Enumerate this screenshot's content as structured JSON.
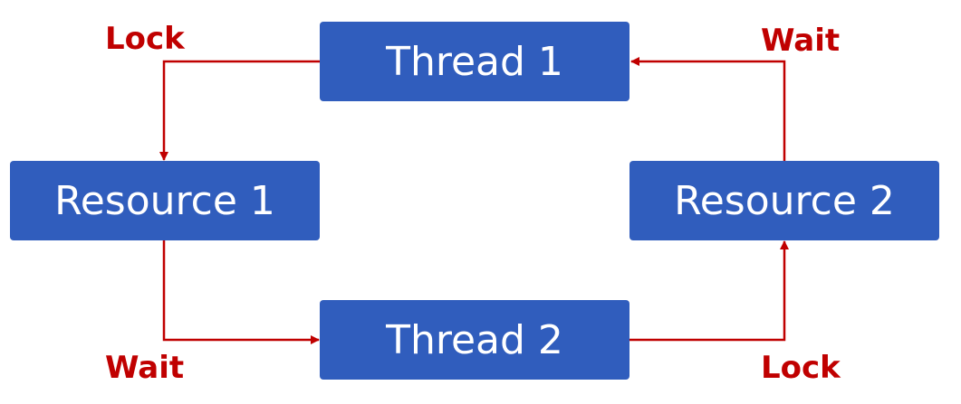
{
  "nodes": {
    "thread1": "Thread 1",
    "thread2": "Thread 2",
    "resource1": "Resource 1",
    "resource2": "Resource 2"
  },
  "edges": {
    "thread1_to_resource1": "Lock",
    "resource2_to_thread1": "Wait",
    "resource1_to_thread2": "Wait",
    "thread2_to_resource2": "Lock"
  },
  "colors": {
    "node_fill": "#305DBD",
    "node_text": "#FFFFFF",
    "edge": "#C00000",
    "label": "#C00000"
  }
}
